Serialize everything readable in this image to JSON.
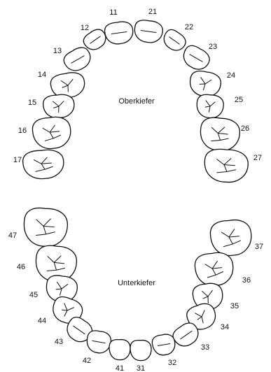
{
  "diagram": {
    "upper_label": "Oberkiefer",
    "lower_label": "Unterkiefer",
    "upper_teeth": [
      "11",
      "21",
      "12",
      "22",
      "13",
      "23",
      "14",
      "24",
      "15",
      "25",
      "16",
      "26",
      "17",
      "27"
    ],
    "lower_teeth": [
      "47",
      "37",
      "46",
      "36",
      "45",
      "35",
      "44",
      "34",
      "43",
      "33",
      "42",
      "32",
      "41",
      "31"
    ]
  }
}
